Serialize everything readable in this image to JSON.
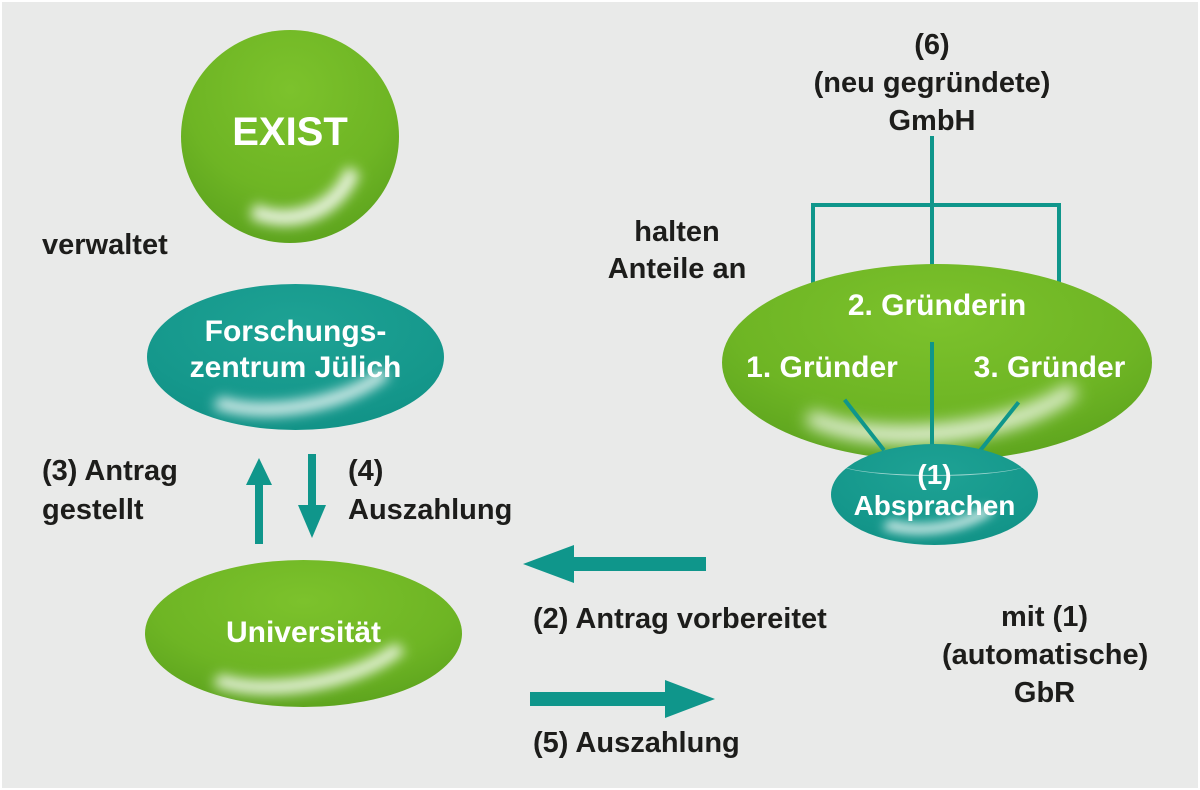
{
  "colors": {
    "background": "#e9eae9",
    "green": "#6eb524",
    "teal": "#15988c",
    "connector": "#0f968b",
    "text": "#1d1d1b",
    "node_text": "#ffffff"
  },
  "nodes": {
    "exist": {
      "label": "EXIST"
    },
    "forschungszentrum": {
      "line1": "Forschungs-",
      "line2": "zentrum Jülich"
    },
    "universitaet": {
      "label": "Universität"
    },
    "gruender_ellipse": {
      "top": "2. Gründerin",
      "left": "1. Gründer",
      "right": "3. Gründer"
    },
    "absprachen": {
      "line1": "(1)",
      "line2": "Absprachen"
    }
  },
  "labels": {
    "verwaltet": "verwaltet",
    "antrag_gestellt": {
      "line1": "(3) Antrag",
      "line2": "gestellt"
    },
    "auszahlung_4": {
      "line1": "(4)",
      "line2": "Auszahlung"
    },
    "gmbh": {
      "line1": "(6)",
      "line2": "(neu gegründete)",
      "line3": "GmbH"
    },
    "halten_anteile": {
      "line1": "halten",
      "line2": "Anteile an"
    },
    "antrag_vorbereitet": "(2) Antrag vorbereitet",
    "auszahlung_5": "(5) Auszahlung",
    "gbr": {
      "line1": "mit (1)",
      "line2": "(automatische)",
      "line3": "GbR"
    }
  }
}
